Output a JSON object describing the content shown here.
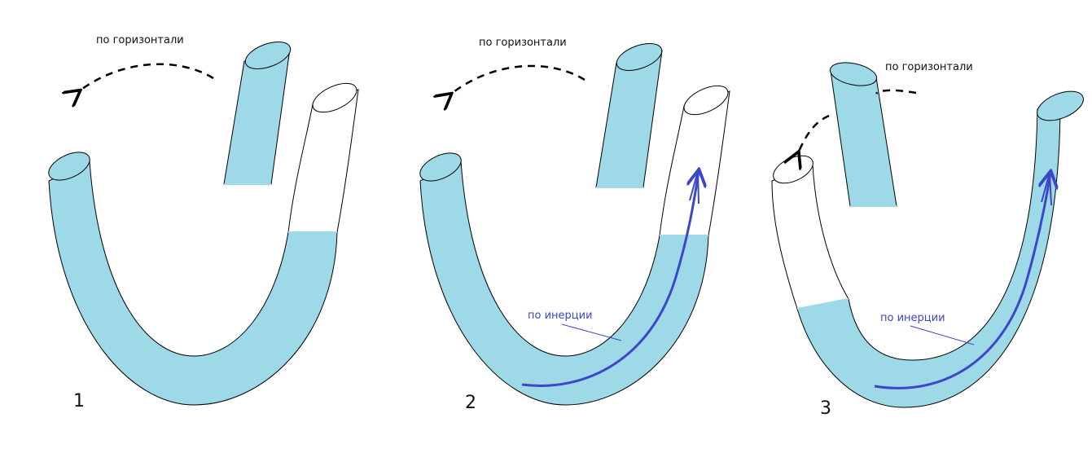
{
  "colors": {
    "liquid": "#9ed9e8",
    "outline": "#000000",
    "inertia": "#3b47c9"
  },
  "panels": [
    {
      "number": "1",
      "rotation_label": "по горизонтали"
    },
    {
      "number": "2",
      "rotation_label": "по горизонтали",
      "flow_label": "по инерции"
    },
    {
      "number": "3",
      "rotation_label": "по горизонтали",
      "flow_label": "по инерции"
    }
  ]
}
